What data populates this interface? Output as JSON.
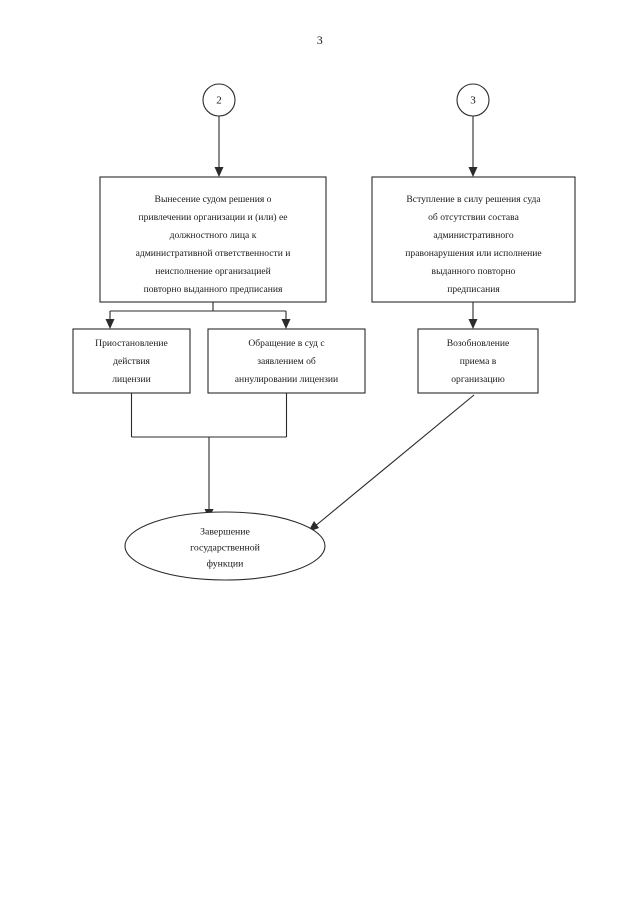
{
  "document": {
    "page_number": "3",
    "type": "flowchart",
    "language": "ru"
  },
  "connectors": {
    "left": {
      "label": "2",
      "name": "connector-2"
    },
    "right": {
      "label": "3",
      "name": "connector-3"
    }
  },
  "nodes": {
    "decision_left": {
      "name": "court-decision-box",
      "lines": [
        "Вынесение судом решения о",
        "привлечении организации и (или) ее",
        "должностного лица к",
        "административной ответственности и",
        "неисполнение организацией",
        "повторно выданного предписания"
      ]
    },
    "decision_right": {
      "name": "no-violation-box",
      "lines": [
        "Вступление в силу решения суда",
        "об отсутствии состава",
        "административного",
        "правонарушения или исполнение",
        "выданного повторно",
        "предписания"
      ]
    },
    "action_suspend": {
      "name": "suspend-license-box",
      "lines": [
        "Приостановление",
        "действия",
        "лицензии"
      ]
    },
    "action_court": {
      "name": "court-application-box",
      "lines": [
        "Обращение в суд с",
        "заявлением об",
        "аннулировании лицензии"
      ]
    },
    "action_resume": {
      "name": "resume-admission-box",
      "lines": [
        "Возобновление",
        "приема в",
        "организацию"
      ]
    },
    "terminator": {
      "name": "end-of-function-oval",
      "lines": [
        "Завершение",
        "государственной",
        "функции"
      ]
    }
  },
  "colors": {
    "stroke": "#2b2b2b",
    "text": "#1a1a1a",
    "background": "#ffffff"
  }
}
